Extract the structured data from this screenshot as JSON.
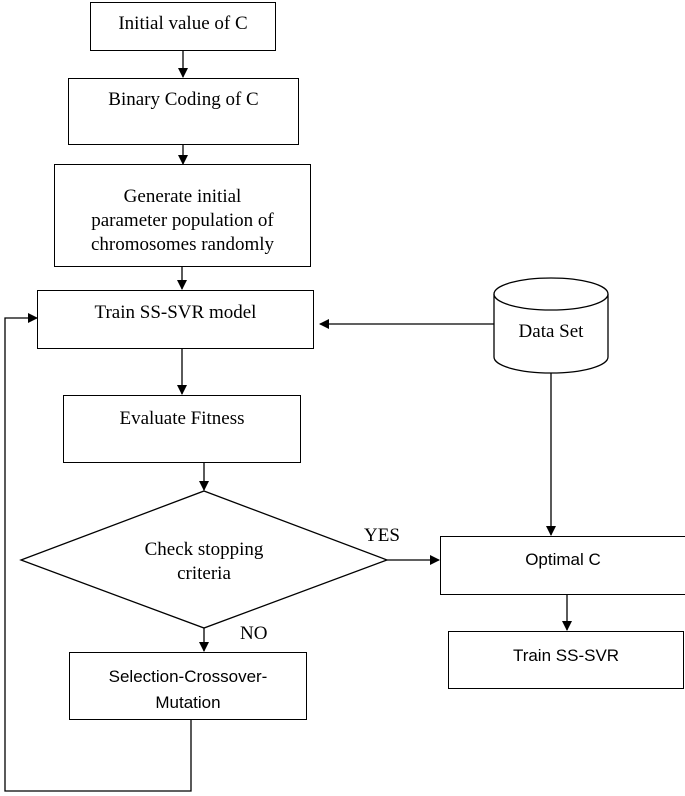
{
  "nodes": {
    "initial_value": "Initial value of C",
    "binary_coding": "Binary Coding of C",
    "generate_population": {
      "line1": "Generate initial",
      "line2": "parameter population of",
      "line3": "chromosomes randomly"
    },
    "train_model": "Train SS-SVR model",
    "evaluate_fitness": "Evaluate Fitness",
    "check_stopping": {
      "line1": "Check stopping",
      "line2": "criteria"
    },
    "selection": {
      "line1": "Selection-Crossover-",
      "line2": "Mutation"
    },
    "data_set": "Data Set",
    "optimal_c": "Optimal C",
    "train_ss_svr": "Train SS-SVR"
  },
  "edge_labels": {
    "yes": "YES",
    "no": "NO"
  }
}
